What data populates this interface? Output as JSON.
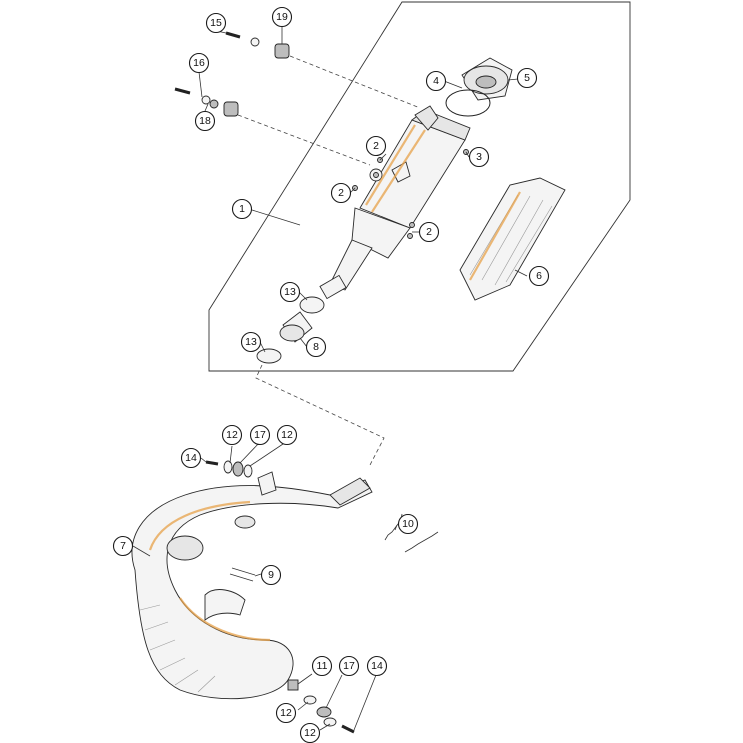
{
  "callouts": {
    "c1": "1",
    "c2a": "2",
    "c2b": "2",
    "c2c": "2",
    "c3": "3",
    "c4": "4",
    "c5": "5",
    "c6": "6",
    "c7": "7",
    "c8": "8",
    "c9": "9",
    "c10": "10",
    "c11": "11",
    "c12a": "12",
    "c12b": "12",
    "c12c": "12",
    "c12d": "12",
    "c13a": "13",
    "c13b": "13",
    "c14a": "14",
    "c14b": "14",
    "c15": "15",
    "c16": "16",
    "c17a": "17",
    "c17b": "17",
    "c18": "18",
    "c19": "19"
  },
  "colors": {
    "line": "#1a1a1a",
    "accent": "#e7a24a"
  }
}
